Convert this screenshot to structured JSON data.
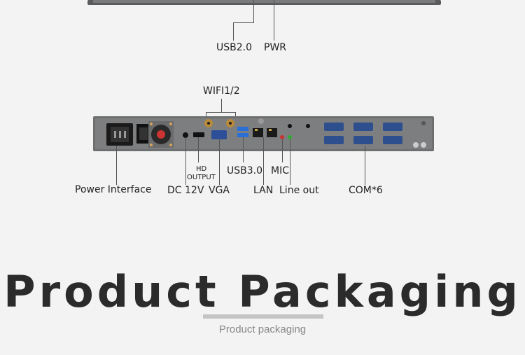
{
  "top_labels": {
    "usb": "USB2.0",
    "pwr": "PWR"
  },
  "wifi_label": "WIFI1/2",
  "port_labels": {
    "power": "Power Interface",
    "dc": "DC 12V",
    "hd_line1": "HD",
    "hd_line2": "OUTPUT",
    "vga": "VGA",
    "usb3": "USB3.0",
    "lan": "LAN",
    "mic": "MIC",
    "lineout": "Line out",
    "com": "COM*6"
  },
  "section_title": "Product Packaging",
  "section_subtitle": "Product packaging",
  "colors": {
    "background": "#f3f3f3",
    "panel": "#6e6f70",
    "title": "#2b2b2b",
    "subtitle": "#888888",
    "divider": "#c4c4c4",
    "usb3_blue": "#2a6fd6"
  }
}
